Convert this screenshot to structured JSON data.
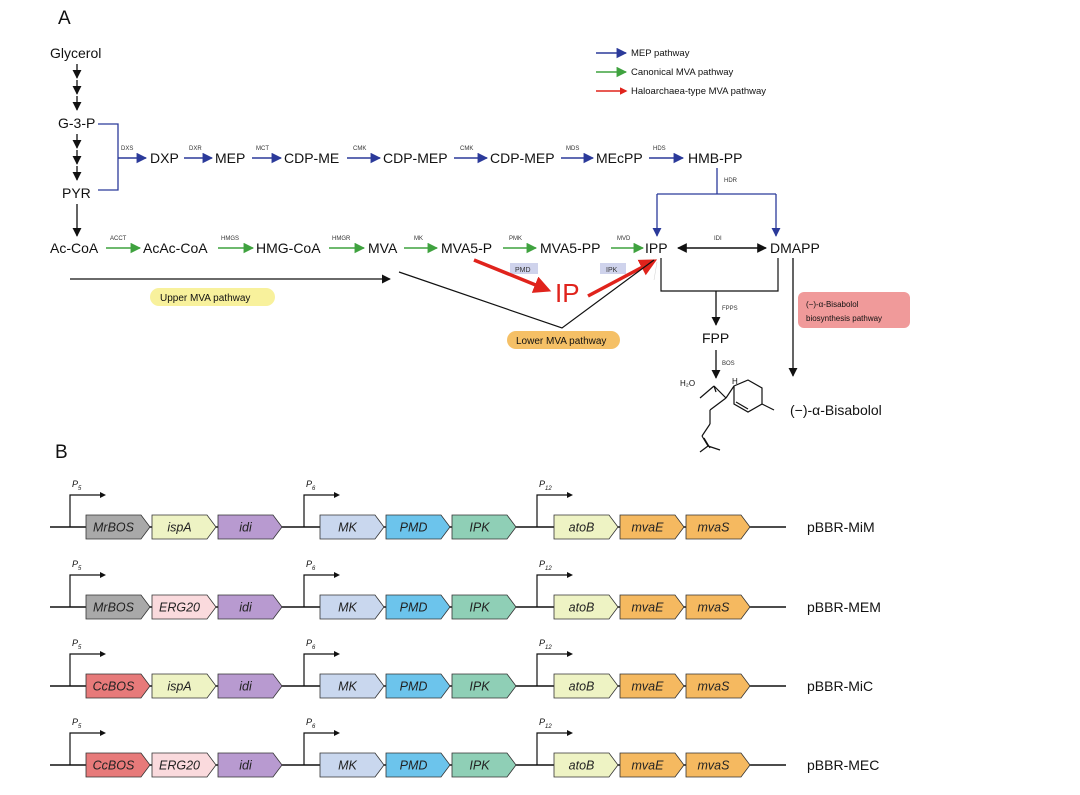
{
  "panels": {
    "a": "A",
    "b": "B"
  },
  "legend": [
    {
      "label": "MEP pathway",
      "color": "#2b3a9a"
    },
    {
      "label": "Canonical MVA pathway",
      "color": "#3fa23f"
    },
    {
      "label": "Haloarchaea-type MVA pathway",
      "color": "#e0231c"
    }
  ],
  "colors": {
    "mep": "#2b3a9a",
    "mva": "#3fa23f",
    "halo": "#e0231c",
    "black": "#111111"
  },
  "nodes": {
    "glycerol": "Glycerol",
    "g3p": "G-3-P",
    "pyr": "PYR",
    "dxp": "DXP",
    "mep": "MEP",
    "cdpme": "CDP-ME",
    "cdpmep1": "CDP-MEP",
    "cdpmep2": "CDP-MEP",
    "mecpp": "MEcPP",
    "hmbpp": "HMB-PP",
    "accoa": "Ac-CoA",
    "acaccoa": "AcAc-CoA",
    "hmgcoa": "HMG-CoA",
    "mva": "MVA",
    "mva5p": "MVA5-P",
    "mva5pp": "MVA5-PP",
    "ipp": "IPP",
    "dmapp": "DMAPP",
    "ip": "IP",
    "fpp": "FPP",
    "bisabolol": "(−)-α-Bisabolol"
  },
  "enzymes": {
    "dxs": "DXS",
    "dxr": "DXR",
    "mct": "MCT",
    "cmk1": "CMK",
    "cmk2": "CMK",
    "mds": "MDS",
    "hds": "HDS",
    "hdr": "HDR",
    "acct": "ACCT",
    "hmgs": "HMGS",
    "hmgr": "HMGR",
    "mk": "MK",
    "pmk": "PMK",
    "mvd": "MVD",
    "idi": "IDI",
    "fpps": "FPPS",
    "bos": "BOS",
    "pmd": "PMD",
    "ipk": "IPK"
  },
  "labels": {
    "upper_mva": "Upper MVA pathway",
    "lower_mva": "Lower MVA pathway",
    "bisabolol_path_1": "(−)-α-Bisabolol",
    "bisabolol_path_2": "biosynthesis pathway",
    "h2o": "H₂O",
    "h": "H"
  },
  "promoters": [
    {
      "letter": "P",
      "sub": "5"
    },
    {
      "letter": "P",
      "sub": "6"
    },
    {
      "letter": "P",
      "sub": "12"
    }
  ],
  "gene_colors": {
    "MrBOS": "#a9a9a9",
    "CcBOS": "#e77a7a",
    "ispA": "#eef3c4",
    "ERG20": "#fadadd",
    "idi": "#b89ad0",
    "MK": "#c9d7ee",
    "PMD": "#6cc4ec",
    "IPK": "#8fcfb6",
    "atoB": "#eef3c4",
    "mvaE": "#f5b960",
    "mvaS": "#f5b960"
  },
  "constructs": [
    {
      "name": "pBBR-MiM",
      "genes": [
        "MrBOS",
        "ispA",
        "idi",
        "MK",
        "PMD",
        "IPK",
        "atoB",
        "mvaE",
        "mvaS"
      ]
    },
    {
      "name": "pBBR-MEM",
      "genes": [
        "MrBOS",
        "ERG20",
        "idi",
        "MK",
        "PMD",
        "IPK",
        "atoB",
        "mvaE",
        "mvaS"
      ]
    },
    {
      "name": "pBBR-MiC",
      "genes": [
        "CcBOS",
        "ispA",
        "idi",
        "MK",
        "PMD",
        "IPK",
        "atoB",
        "mvaE",
        "mvaS"
      ]
    },
    {
      "name": "pBBR-MEC",
      "genes": [
        "CcBOS",
        "ERG20",
        "idi",
        "MK",
        "PMD",
        "IPK",
        "atoB",
        "mvaE",
        "mvaS"
      ]
    }
  ]
}
